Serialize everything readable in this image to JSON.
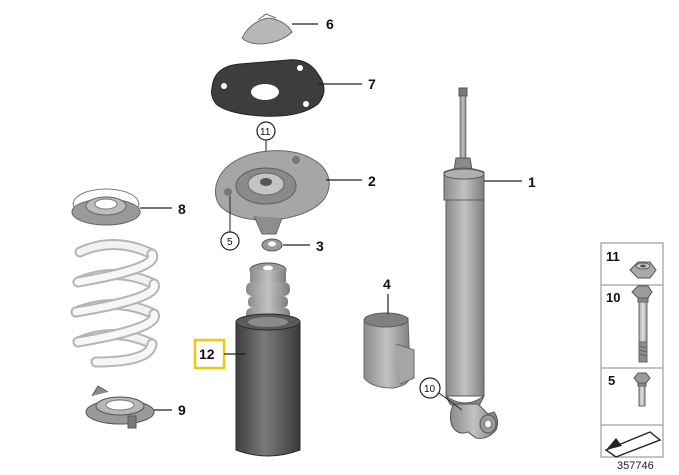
{
  "diagram": {
    "callouts": {
      "p1": "1",
      "p2": "2",
      "p3": "3",
      "p4": "4",
      "p6": "6",
      "p7": "7",
      "p8": "8",
      "p9": "9",
      "p12": "12"
    },
    "circled": {
      "c11": "11",
      "c5": "5",
      "c10": "10"
    },
    "legend": {
      "l11": "11",
      "l10": "10",
      "l5": "5"
    },
    "reference": "357746",
    "highlight_color": "#f2c80f"
  }
}
